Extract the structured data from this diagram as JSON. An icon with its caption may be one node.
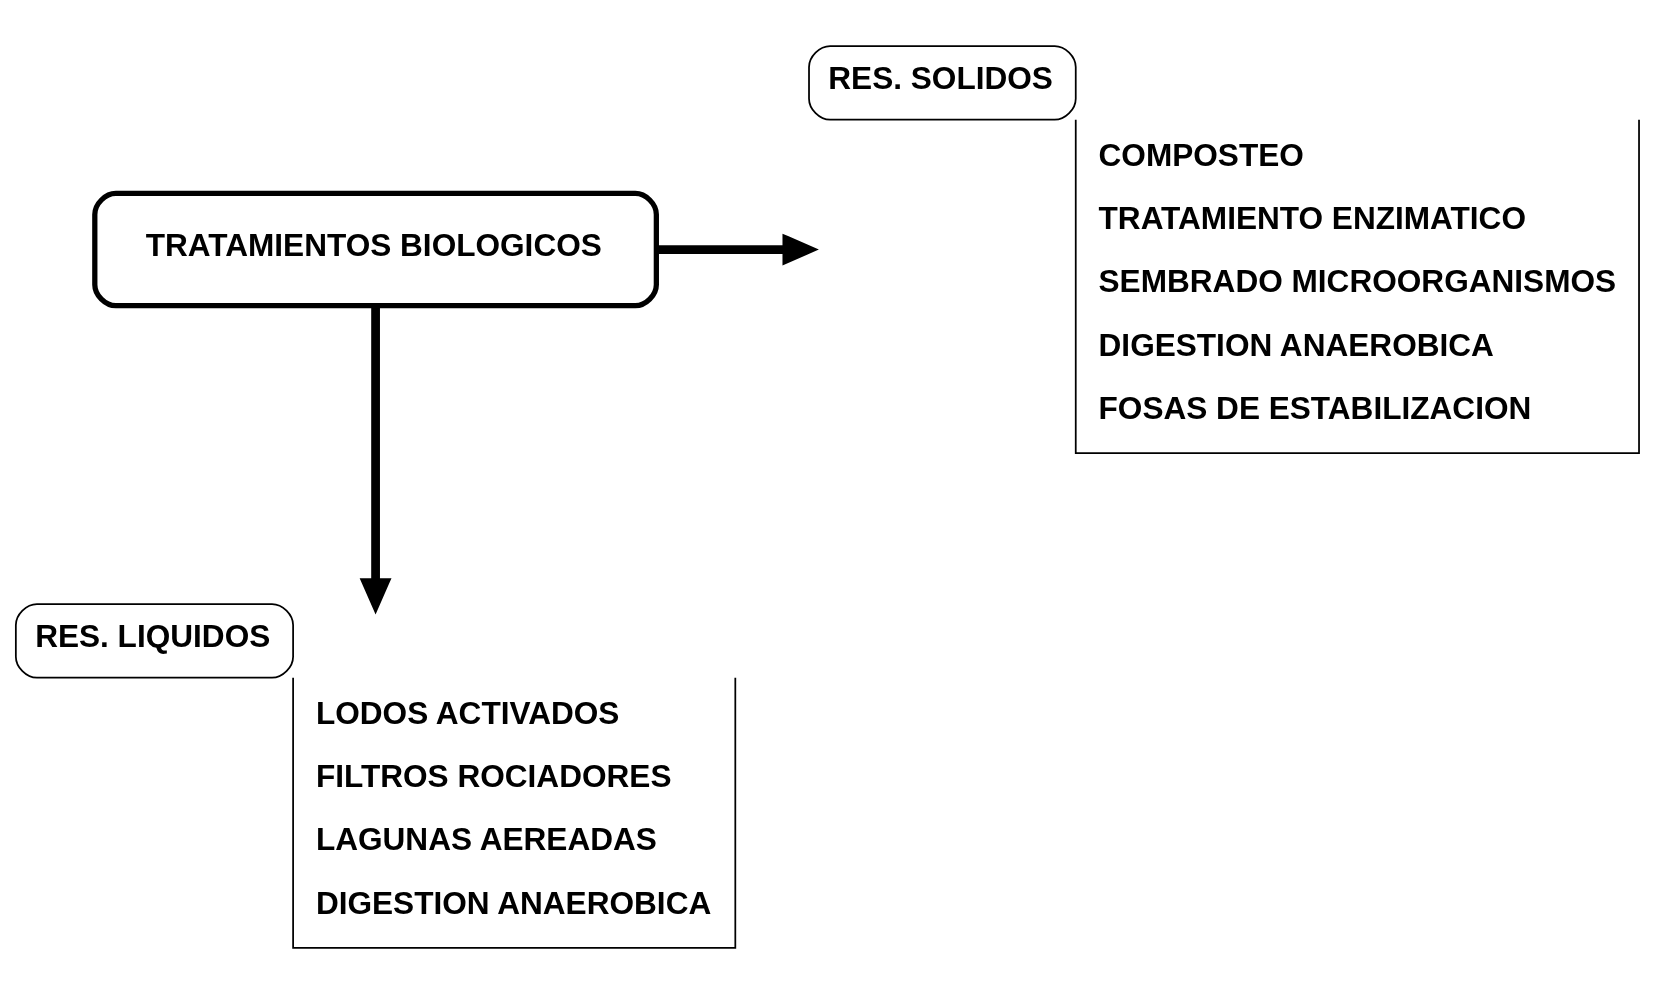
{
  "diagram": {
    "nodes": [
      {
        "text": [
          "TRATAMIENTOS BIOLOGICOS"
        ]
      },
      {
        "text": [
          "RES. SOLIDOS",
          "COMPOSTEO",
          "TRATAMIENTO ENZIMATICO",
          "SEMBRADO MICROORGANISMOS",
          "DIGESTION ANAEROBICA",
          "FOSAS DE ESTABILIZACION"
        ]
      },
      {
        "text": [
          "RES. LIQUIDOS",
          "LODOS ACTIVADOS",
          "FILTROS ROCIADORES",
          "LAGUNAS AEREADAS",
          "DIGESTION ANAEROBICA"
        ]
      }
    ],
    "edges": [
      {
        "from": 0,
        "to": 1,
        "arrow": "to"
      },
      {
        "from": 0,
        "to": 2,
        "arrow": "to"
      }
    ]
  }
}
